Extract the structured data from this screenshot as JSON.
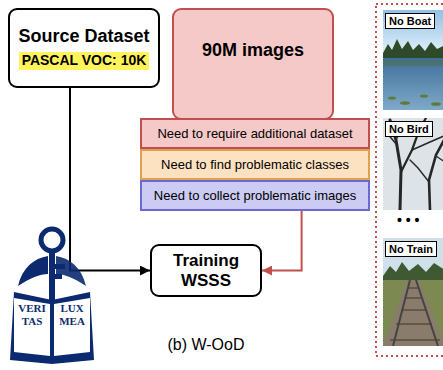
{
  "diagram": {
    "caption": "(b) W-OoD",
    "nodes": [
      {
        "text": [
          "Source Dataset",
          "PASCAL VOC: 10K"
        ]
      },
      {
        "text": [
          "90M images"
        ]
      },
      {
        "text": [
          "Need to require additional dataset"
        ]
      },
      {
        "text": [
          "Need to find problematic classes"
        ]
      },
      {
        "text": [
          "Need to collect problematic images"
        ]
      },
      {
        "text": [
          "Training WSSS"
        ]
      }
    ],
    "edges": [
      {
        "from": 0,
        "to": 5,
        "arrow": "to"
      },
      {
        "from": 1,
        "to": 5,
        "arrow": "to"
      }
    ],
    "labels": [
      "No Boat",
      "No Bird",
      "• • •",
      "No Train",
      "VERI TAS",
      "LUX MEA"
    ]
  }
}
